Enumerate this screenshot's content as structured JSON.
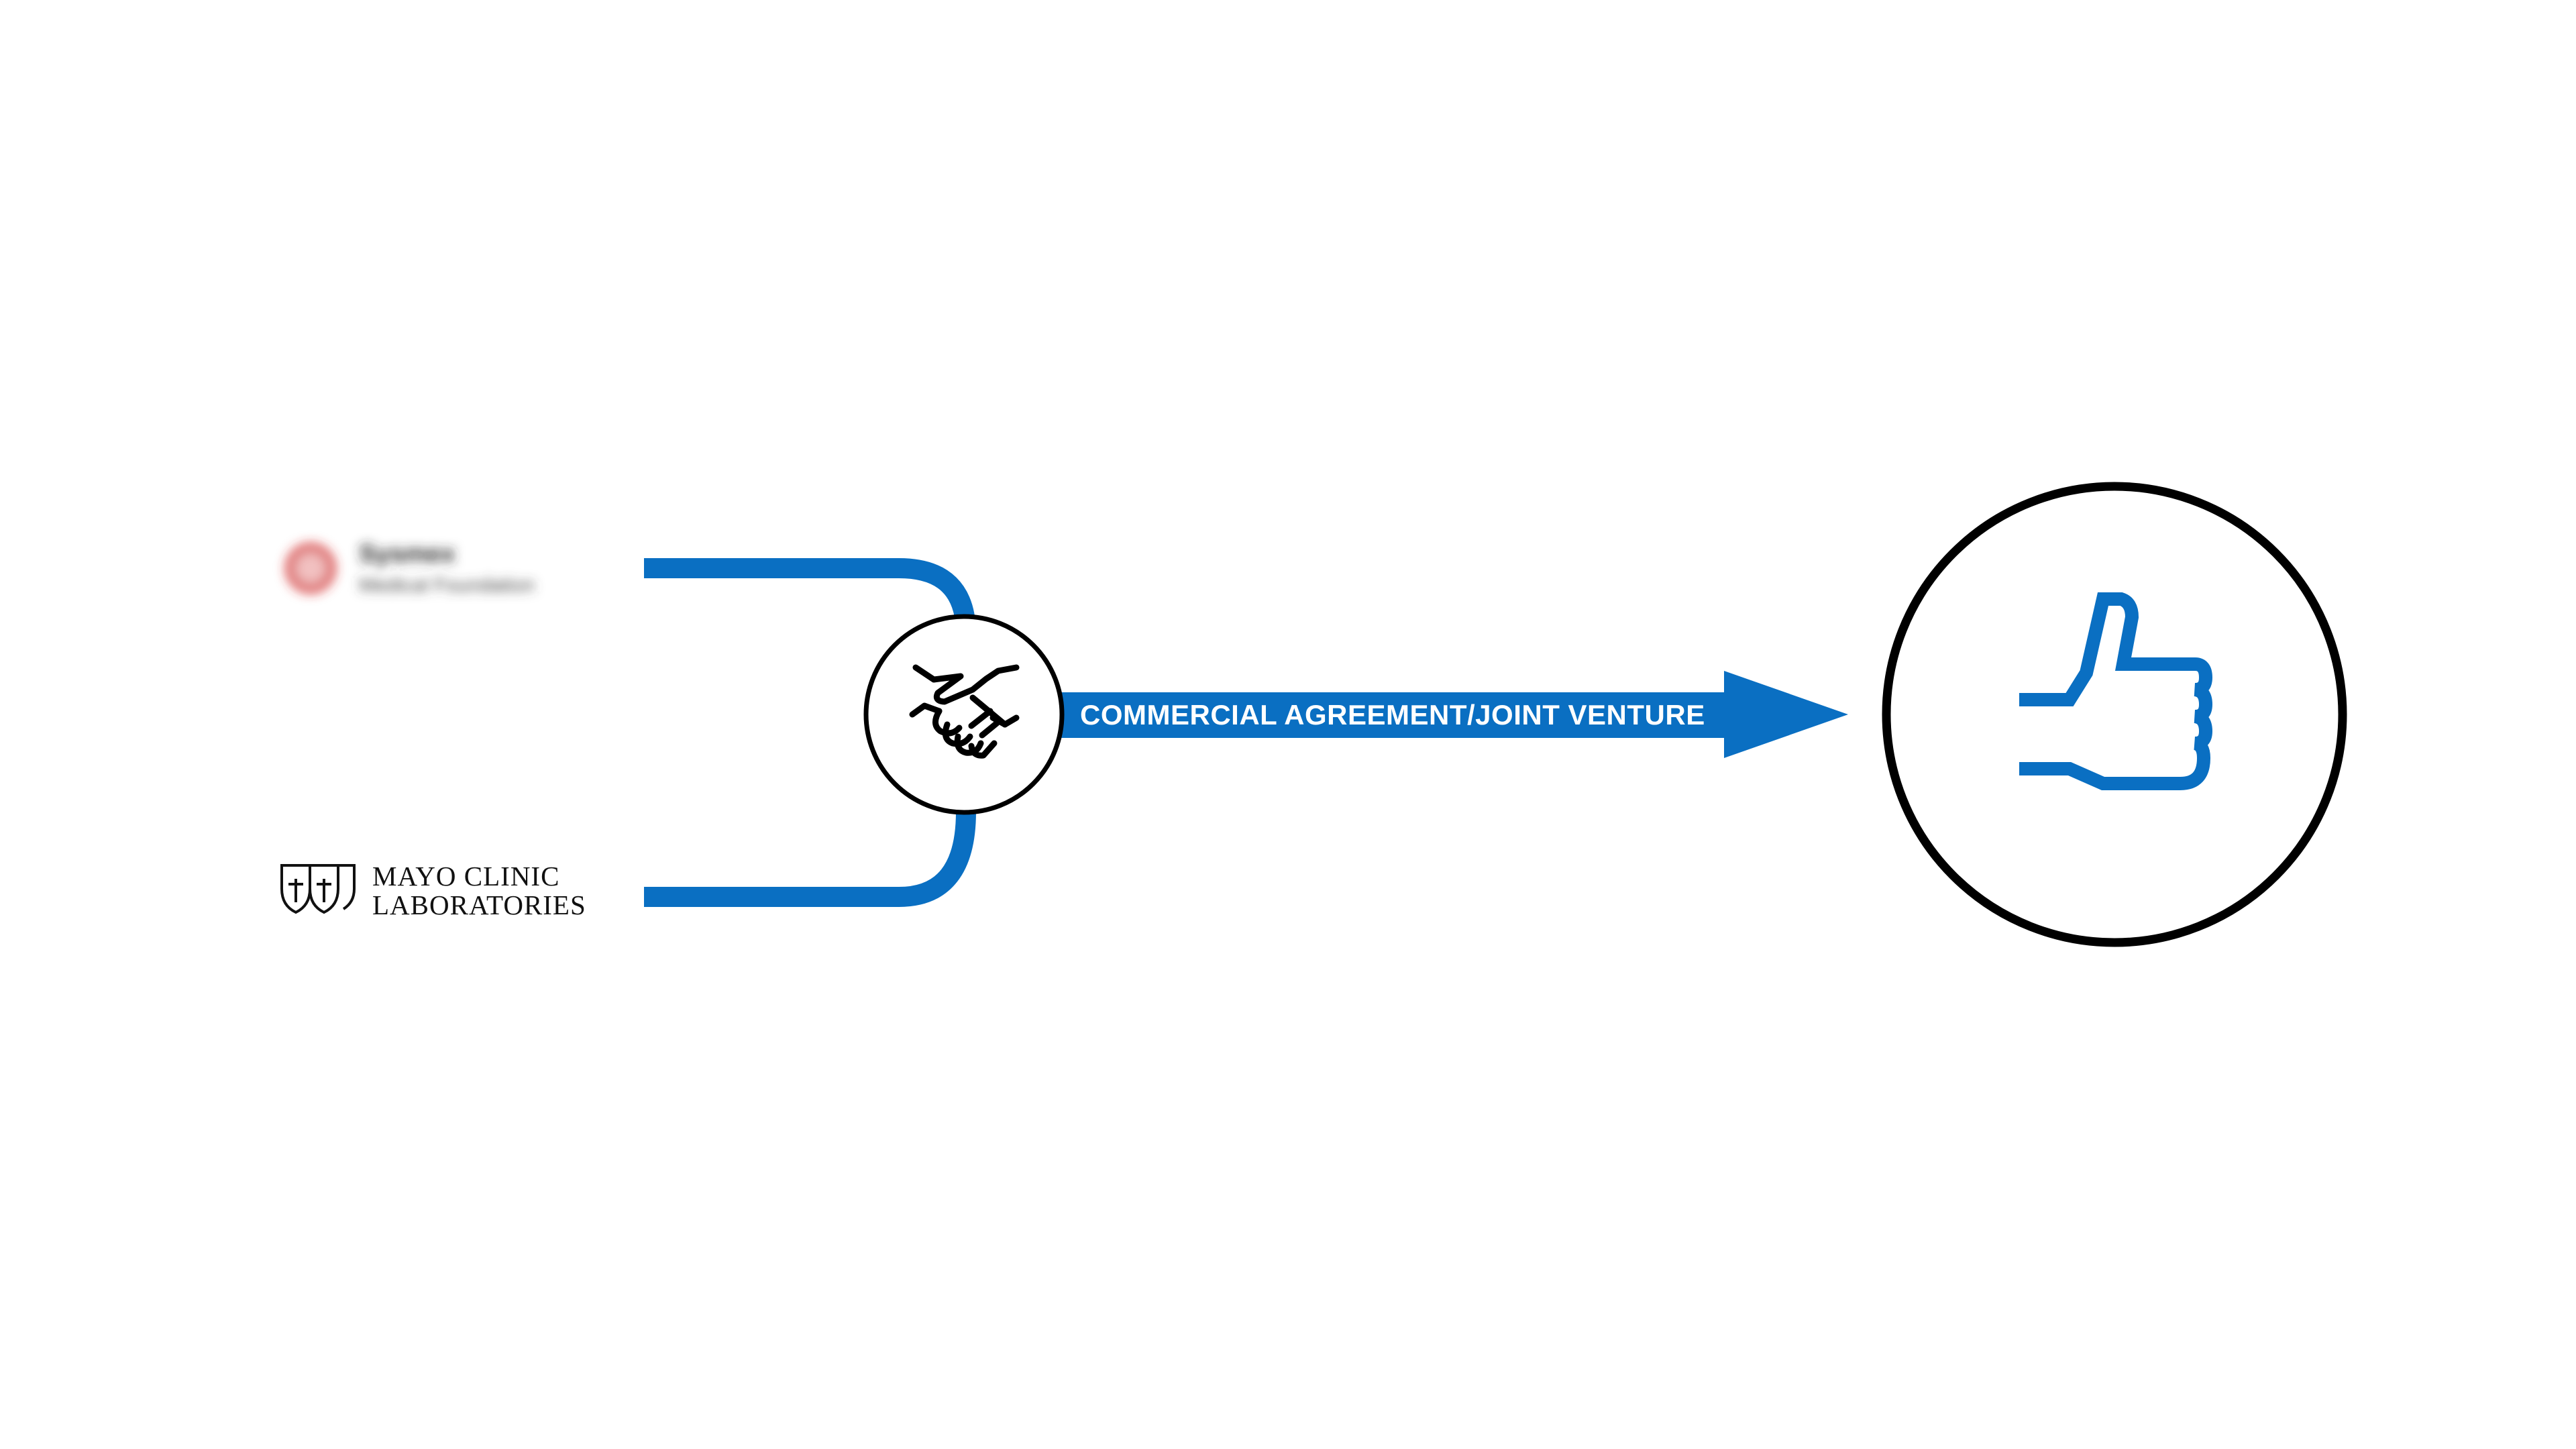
{
  "partners": {
    "top": {
      "name": "Sysmex",
      "subtitle": "Medical Foundation",
      "obscured": true
    },
    "bottom": {
      "line1": "MAYO CLINIC",
      "line2": "LABORATORIES"
    }
  },
  "agreement": {
    "icon": "handshake-icon",
    "label": "COMMERCIAL AGREEMENT/JOINT VENTURE"
  },
  "outcome": {
    "icon": "thumbs-up-icon"
  },
  "colors": {
    "accent": "#0a6fc2",
    "outline": "#000000",
    "background": "#ffffff"
  }
}
